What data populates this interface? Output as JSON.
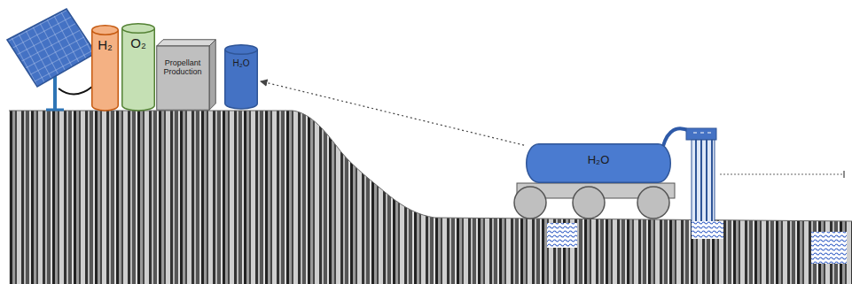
{
  "diagram": {
    "nodes": [
      {
        "text": [
          "H₂"
        ]
      },
      {
        "text": [
          "O₂"
        ]
      },
      {
        "text": [
          "Propellant Production"
        ]
      },
      {
        "text": [
          "H₂O"
        ]
      },
      {
        "text": [
          "H₂O"
        ]
      }
    ],
    "edges": [
      {
        "from": 4,
        "to": 3,
        "arrow": "to"
      }
    ]
  }
}
